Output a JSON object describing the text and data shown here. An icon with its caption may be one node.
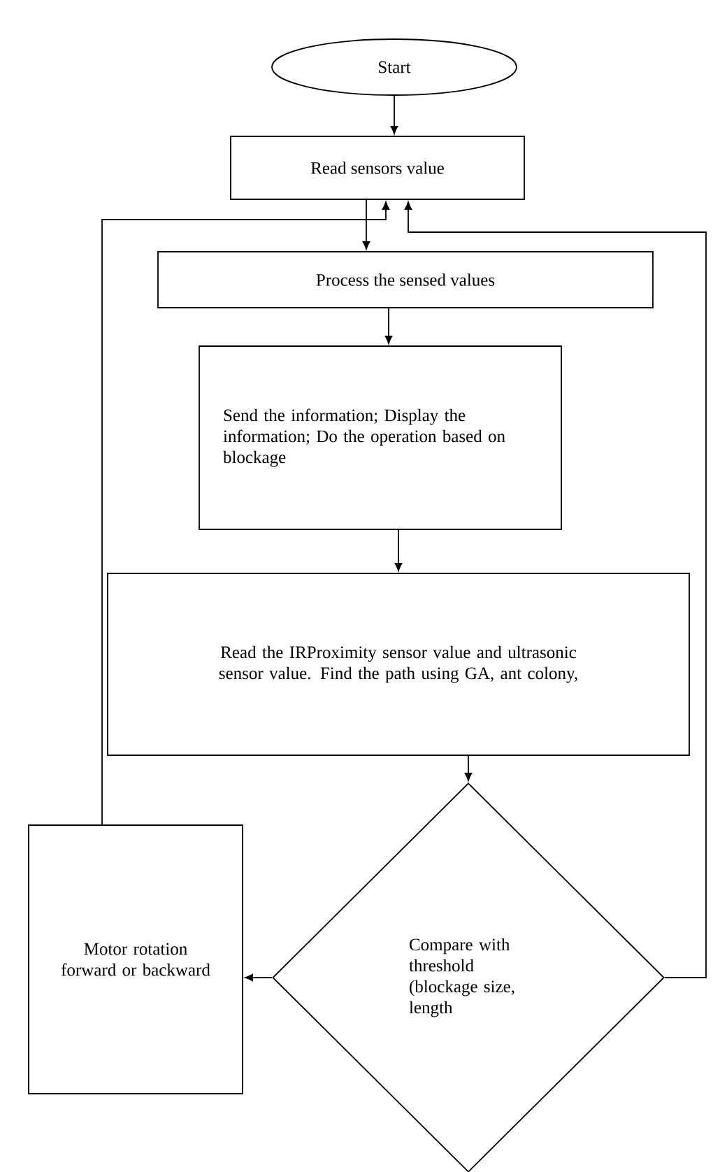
{
  "diagram": {
    "nodes": [
      {
        "text": [
          "Start"
        ]
      },
      {
        "text": [
          "Read sensors value"
        ]
      },
      {
        "text": [
          "Process the sensed values"
        ]
      },
      {
        "text": [
          "Send the information; Display the information; Do the operation based on blockage"
        ]
      },
      {
        "text": [
          "Read the IRProximity sensor value and ultrasonic sensor value. Find the path using GA, ant colony,"
        ]
      },
      {
        "text": [
          "Compare with threshold (blockage size, length"
        ]
      },
      {
        "text": [
          "Motor rotation forward or backward"
        ]
      }
    ],
    "edges": [
      {
        "from": 0,
        "to": 1,
        "arrow": "to"
      },
      {
        "from": 1,
        "to": 2,
        "arrow": "to"
      },
      {
        "from": 2,
        "to": 3,
        "arrow": "to"
      },
      {
        "from": 3,
        "to": 4,
        "arrow": "to"
      },
      {
        "from": 4,
        "to": 5,
        "arrow": "to"
      },
      {
        "from": 5,
        "to": 6,
        "arrow": "to"
      },
      {
        "from": 6,
        "to": 1,
        "arrow": "to"
      },
      {
        "from": 5,
        "to": 1,
        "arrow": "to"
      }
    ]
  }
}
